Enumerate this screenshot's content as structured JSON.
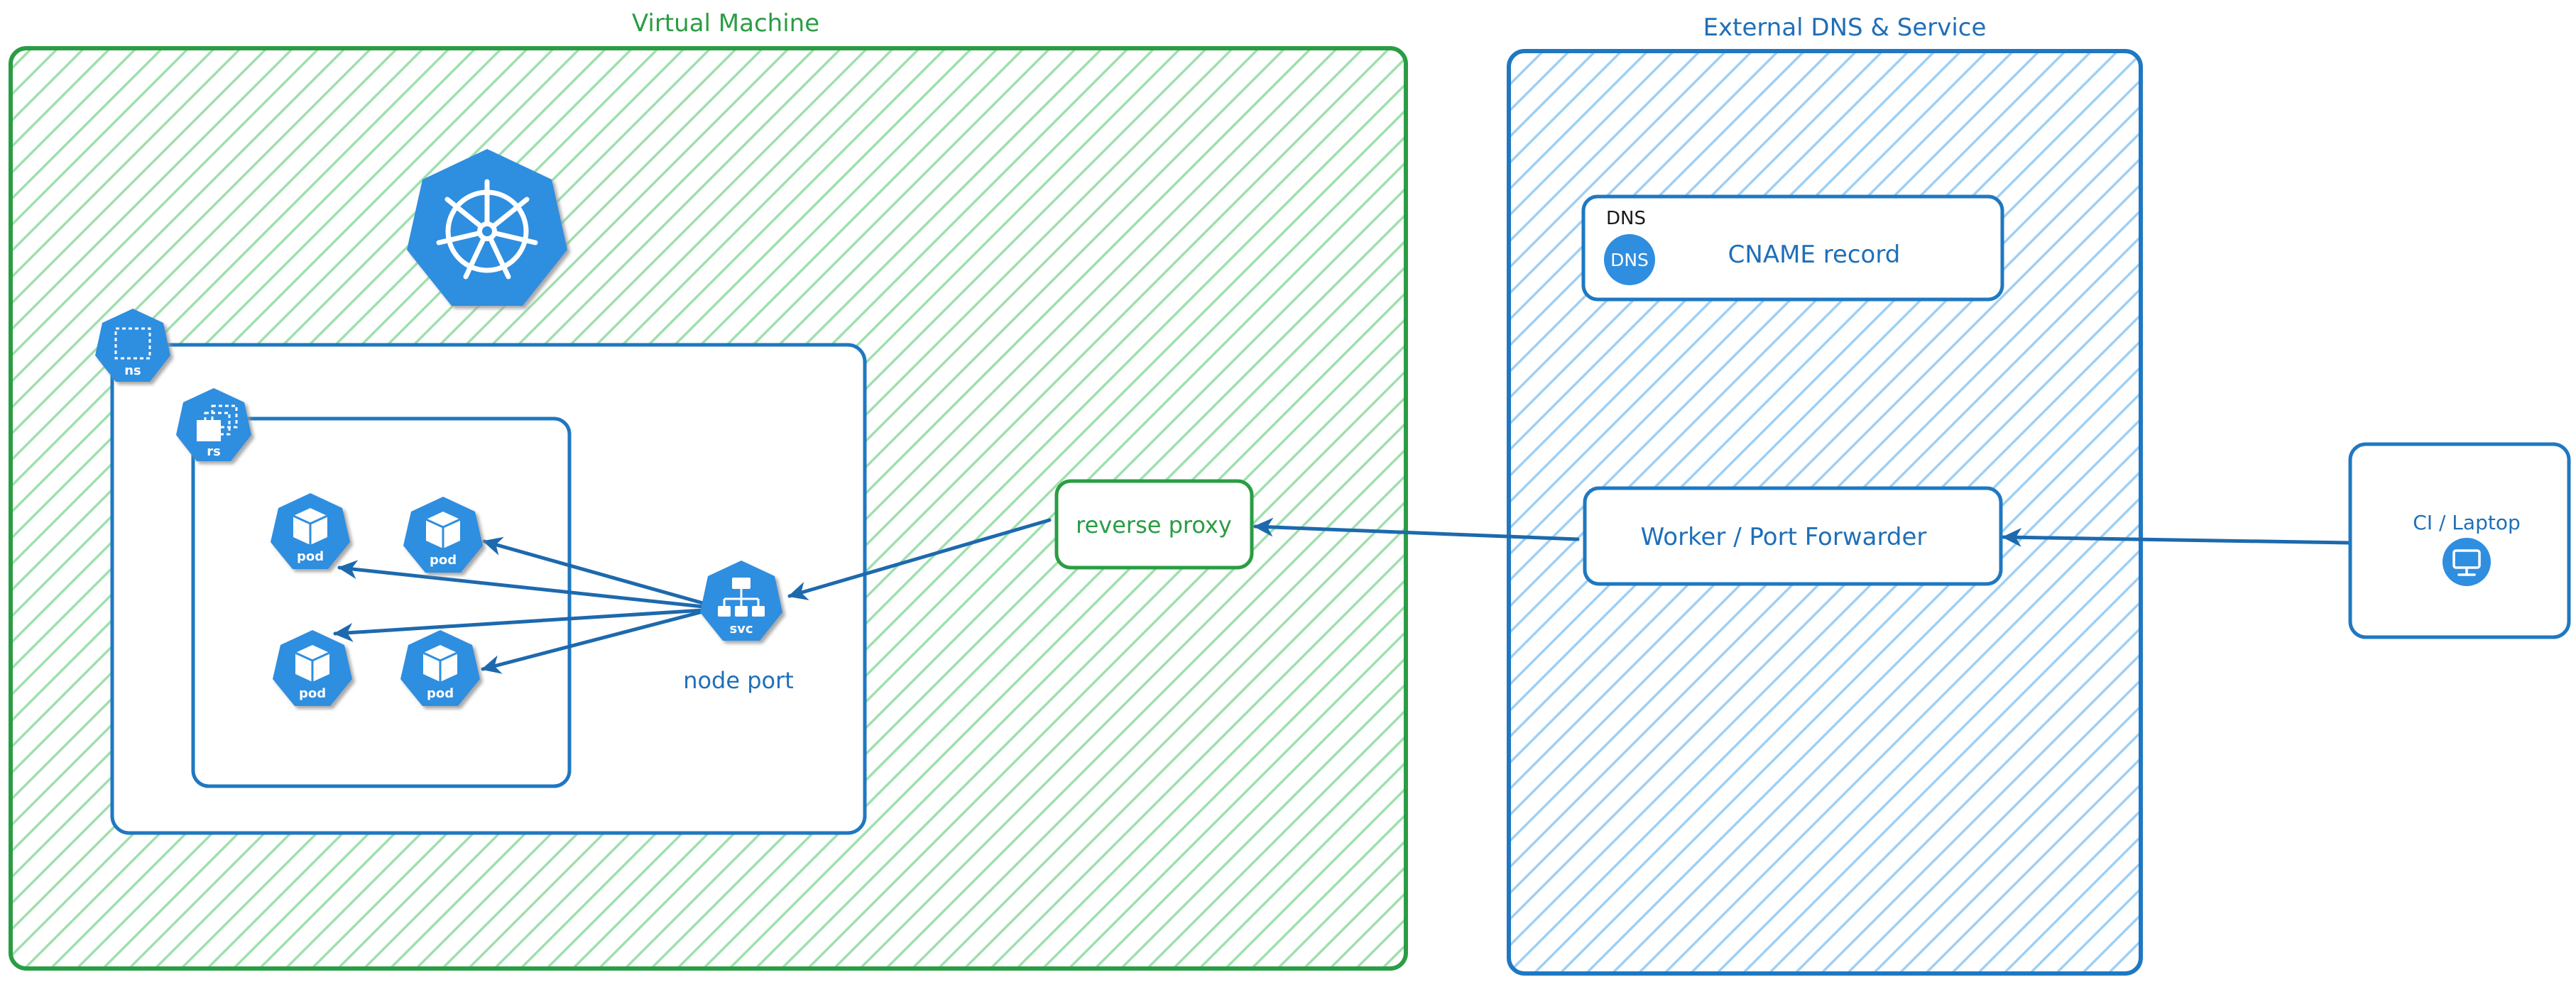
{
  "diagram": {
    "title_left": "Virtual Machine",
    "title_right": "External DNS & Service",
    "colors": {
      "green_stroke": "#2a9d44",
      "green_hatch": "#9fe0ae",
      "green_text": "#2a9d44",
      "blue_stroke": "#1f78c1",
      "blue_hatch": "#9fd0f5",
      "blue_text": "#1f6fb8",
      "k8s_blue": "#2f8ee0",
      "arrow_blue": "#1d69ad",
      "black_text": "#1a1a1a",
      "white": "#ffffff"
    }
  },
  "panels": {
    "vm": {
      "label": "Virtual Machine",
      "fill_style": "diagonal-hatch-green"
    },
    "external": {
      "label": "External DNS & Service",
      "fill_style": "diagonal-hatch-blue"
    }
  },
  "k8s": {
    "logo_icon": "kubernetes-helm-wheel-icon",
    "namespace": {
      "icon": "k8s-namespace-icon",
      "badge_label": "ns"
    },
    "replicaset": {
      "icon": "k8s-replicaset-icon",
      "badge_label": "rs"
    },
    "pods": [
      {
        "icon": "k8s-pod-icon",
        "badge_label": "pod"
      },
      {
        "icon": "k8s-pod-icon",
        "badge_label": "pod"
      },
      {
        "icon": "k8s-pod-icon",
        "badge_label": "pod"
      },
      {
        "icon": "k8s-pod-icon",
        "badge_label": "pod"
      }
    ],
    "service": {
      "icon": "k8s-service-icon",
      "badge_label": "svc",
      "caption": "node port"
    }
  },
  "nodes": {
    "reverse_proxy": {
      "label": "reverse proxy"
    },
    "dns_group": {
      "group_label": "DNS",
      "icon_label": "DNS",
      "icon": "dns-circle-icon",
      "record_label": "CNAME record"
    },
    "worker": {
      "label": "Worker / Port Forwarder"
    },
    "client": {
      "label": "CI / Laptop",
      "icon": "monitor-circle-icon"
    }
  },
  "edges": [
    {
      "from": "svc",
      "to": "pod-1",
      "arrow": "to"
    },
    {
      "from": "svc",
      "to": "pod-2",
      "arrow": "to"
    },
    {
      "from": "svc",
      "to": "pod-3",
      "arrow": "to"
    },
    {
      "from": "svc",
      "to": "pod-4",
      "arrow": "to"
    },
    {
      "from": "reverse-proxy",
      "to": "svc",
      "arrow": "to"
    },
    {
      "from": "worker",
      "to": "reverse-proxy",
      "arrow": "to"
    },
    {
      "from": "client",
      "to": "worker",
      "arrow": "to"
    }
  ]
}
